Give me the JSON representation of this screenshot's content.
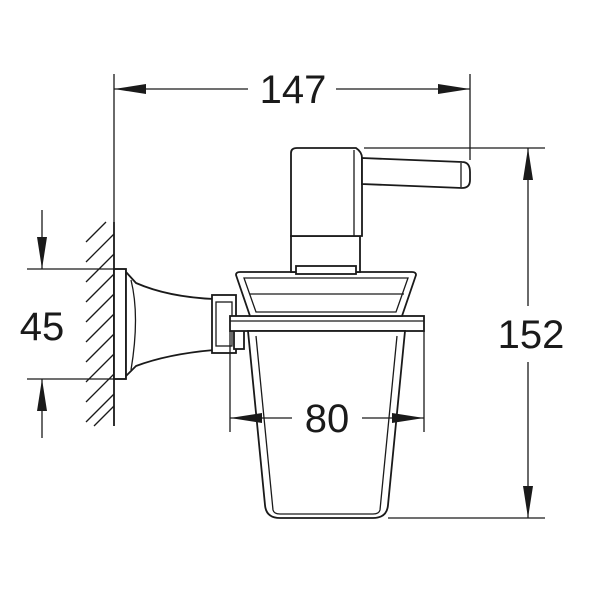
{
  "dimensions": {
    "overall_width": "147",
    "overall_height": "152",
    "mount_height": "45",
    "glass_width": "80"
  },
  "colors": {
    "line": "#1a1a1a",
    "background": "#ffffff"
  }
}
